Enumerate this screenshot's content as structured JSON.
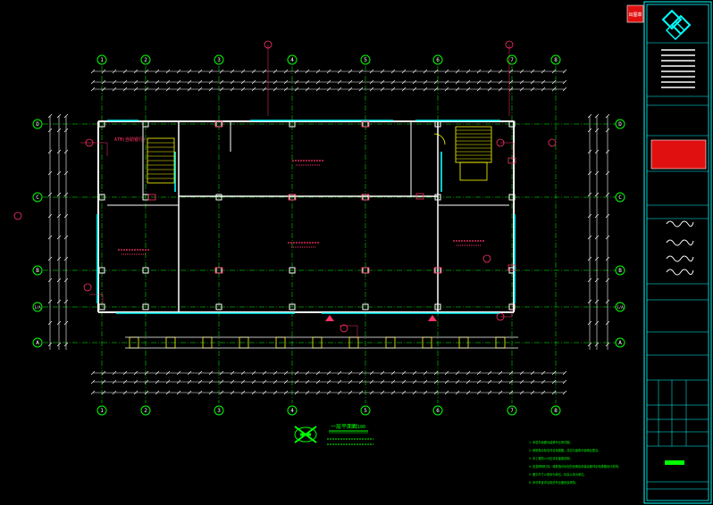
{
  "drawing": {
    "column_labels": [
      "1",
      "2",
      "3",
      "4",
      "5",
      "6",
      "7",
      "8"
    ],
    "row_labels": [
      "D",
      "C",
      "B",
      "A"
    ],
    "half_row_label": "1/A",
    "plan_title": "一层平面图",
    "plan_scale": "1:100",
    "room_tag": "ATM(自助银行)",
    "notes": [
      "1. 本层平面图为建筑专业条件图。",
      "2. 疏散指示标志详见电施图，并应与建筑平面相互配合。",
      "3. 本工程防火分区详见建施说明。",
      "4. 应急照明灯具、疏散指示标志的设置及安装高度详见电施图设计说明。",
      "5. 图中尺寸以毫米为单位，标高以米为单位。",
      "6. 未尽事宜详见相关专业图纸及规范。"
    ]
  },
  "title_block": {
    "stamp": "出图章"
  },
  "colors": {
    "background": "#000000",
    "dimension": "#ffffff",
    "grid_line": "#00ff00",
    "wall": "#ffffff",
    "window": "#00ffff",
    "annotation": "#ff3366",
    "stair": "#ffff00",
    "note_text": "#00ff00",
    "title_block_line": "#00ffff",
    "stamp_fill": "#e01010"
  }
}
